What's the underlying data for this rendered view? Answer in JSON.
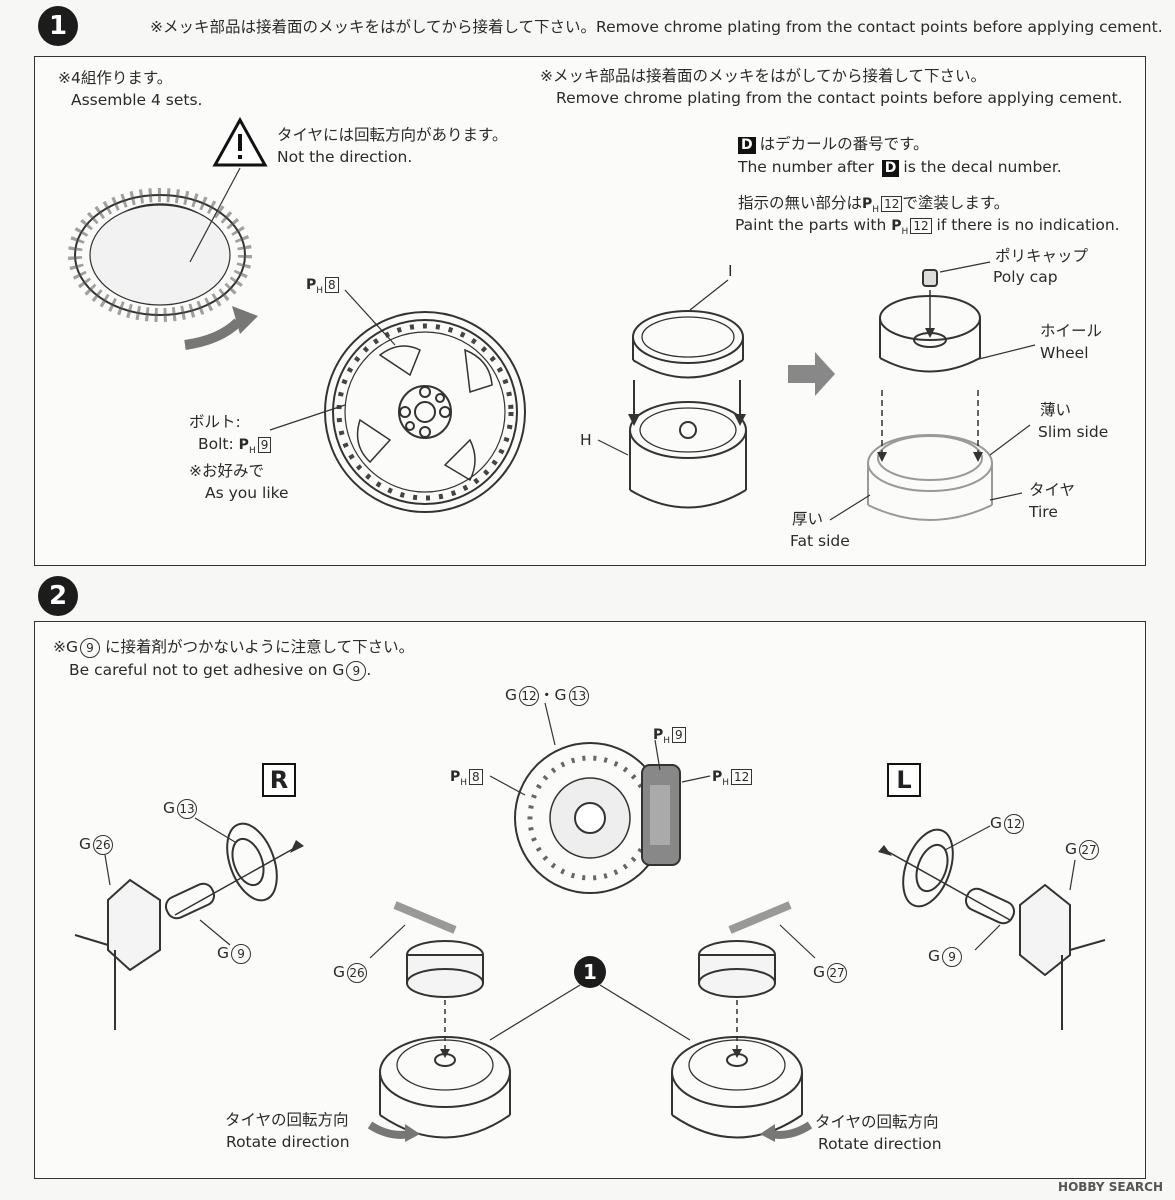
{
  "step1": {
    "badge": "1",
    "header_note": "※メッキ部品は接着面のメッキをはがしてから接着して下さい。Remove chrome plating from the contact points before applying cement.",
    "sets_jp": "※4組作ります。",
    "sets_en": "Assemble 4 sets.",
    "chrome_jp": "※メッキ部品は接着面のメッキをはがしてから接着して下さい。",
    "chrome_en": "Remove chrome plating from the contact points before applying cement.",
    "direction_jp": "タイヤには回転方向があります。",
    "direction_en": "Not the direction.",
    "decal_jp": "はデカールの番号です。",
    "decal_en_before": "The number after",
    "decal_en_after": "is the decal number.",
    "decal_letter": "D",
    "paint_jp_before": "指示の無い部分は",
    "paint_jp_after": "で塗装します。",
    "paint_en_before": "Paint the parts with",
    "paint_en_after": "if there is no indication.",
    "paint_color": "12",
    "rim_color": "8",
    "bolt_jp": "ボルト:",
    "bolt_en": "Bolt:",
    "bolt_color": "9",
    "like_jp": "※お好みで",
    "like_en": "As you like",
    "part_i": "I",
    "part_h": "H",
    "polycap_jp": "ポリキャップ",
    "polycap_en": "Poly cap",
    "wheel_jp": "ホイール",
    "wheel_en": "Wheel",
    "slim_jp": "薄い",
    "slim_en": "Slim side",
    "tire_jp": "タイヤ",
    "tire_en": "Tire",
    "fat_jp": "厚い",
    "fat_en": "Fat side",
    "ph_letter": "P",
    "ph_sub": "H"
  },
  "step2": {
    "badge": "2",
    "note_jp_before": "※G",
    "note_jp_after": "に接着剤がつかないように注意して下さい。",
    "note_en_before": "Be careful not to get adhesive on G",
    "note_en_after": ".",
    "g9": "9",
    "g12": "12",
    "g13": "13",
    "g26": "26",
    "g27": "27",
    "g_letter": "G",
    "disc_label_sep": "・",
    "ph8": "8",
    "ph9": "9",
    "ph12": "12",
    "right_label": "R",
    "left_label": "L",
    "step_ref": "1",
    "rotate_jp": "タイヤの回転方向",
    "rotate_en": "Rotate direction"
  },
  "watermark": "HOBBY SEARCH"
}
